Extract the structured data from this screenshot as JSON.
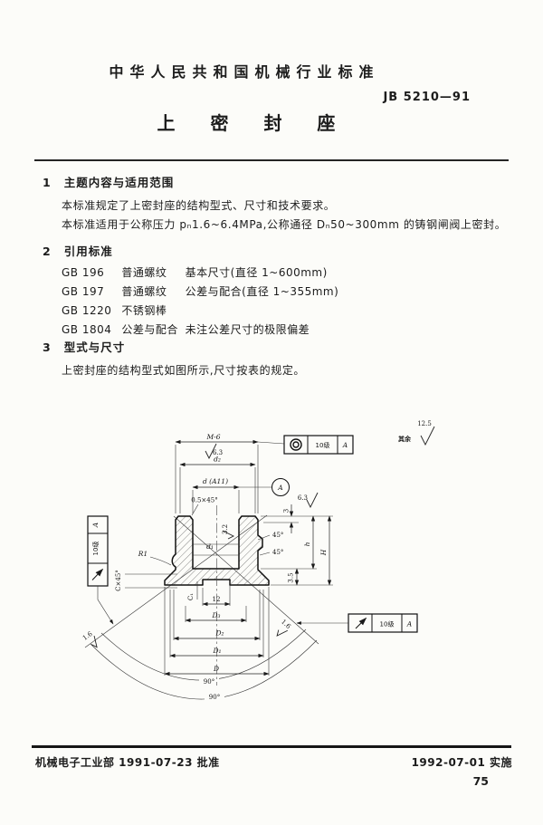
{
  "doc": {
    "header": {
      "standard_title": "中华人民共和国机械行业标准",
      "standard_code": "JB 5210—91",
      "doc_title": "上 密 封 座"
    },
    "section1": {
      "number": "1",
      "title": "主题内容与适用范围",
      "para1": "本标准规定了上密封座的结构型式、尺寸和技术要求。",
      "para2": "本标准适用于公称压力 pₙ1.6~6.4MPa,公称通径 Dₙ50~300mm 的铸钢闸阀上密封。"
    },
    "section2": {
      "number": "2",
      "title": "引用标准"
    },
    "references": [
      {
        "code": "GB 196",
        "name": "普通螺纹",
        "desc": "基本尺寸(直径 1~600mm)"
      },
      {
        "code": "GB 197",
        "name": "普通螺纹",
        "desc": "公差与配合(直径 1~355mm)"
      },
      {
        "code": "GB 1220",
        "name": "不锈钢棒",
        "desc": ""
      },
      {
        "code": "GB 1804",
        "name": "公差与配合",
        "desc": "未注公差尺寸的极限偏差"
      }
    ],
    "section3": {
      "number": "3",
      "title": "型式与尺寸",
      "para1": "上密封座的结构型式如图所示,尺寸按表的规定。"
    },
    "footer": {
      "approval": "机械电子工业部 1991-07-23 批准",
      "implementation": "1992-07-01 实施",
      "page_number": "75"
    }
  },
  "drawing": {
    "thread": "M-6",
    "rough_thread": "6.3",
    "dim_d2": "d₂",
    "dim_dA11": "d (A11)",
    "datum_label": "A",
    "chamfer_top": "0.5×45°",
    "frame_top": {
      "grade": "10级",
      "datum": "A"
    },
    "rest_label": "其余",
    "rest_value": "12.5",
    "frame_left": {
      "grade": "10级",
      "datum": "A"
    },
    "frame_bottom": {
      "grade": "10级",
      "datum": "A"
    },
    "radius": "R1",
    "chamfer_left": "C×45°",
    "bore": "d₁",
    "rough_bore": "3.2",
    "angle_a": "45°",
    "angle_b": "45°",
    "dim_3": "3",
    "rough_face": "6.3",
    "dim_h": "h",
    "dim_H": "H",
    "dim_35": "3.5",
    "dim_c1": "C₁",
    "dim_12": "12",
    "dim_D3": "D₃",
    "dim_D2": "D₂",
    "dim_D1": "D₁",
    "dim_D": "D",
    "rough_seal_left": "1.6",
    "rough_seal_right": "1.6",
    "arc_a": "90°",
    "arc_b": "90°"
  }
}
